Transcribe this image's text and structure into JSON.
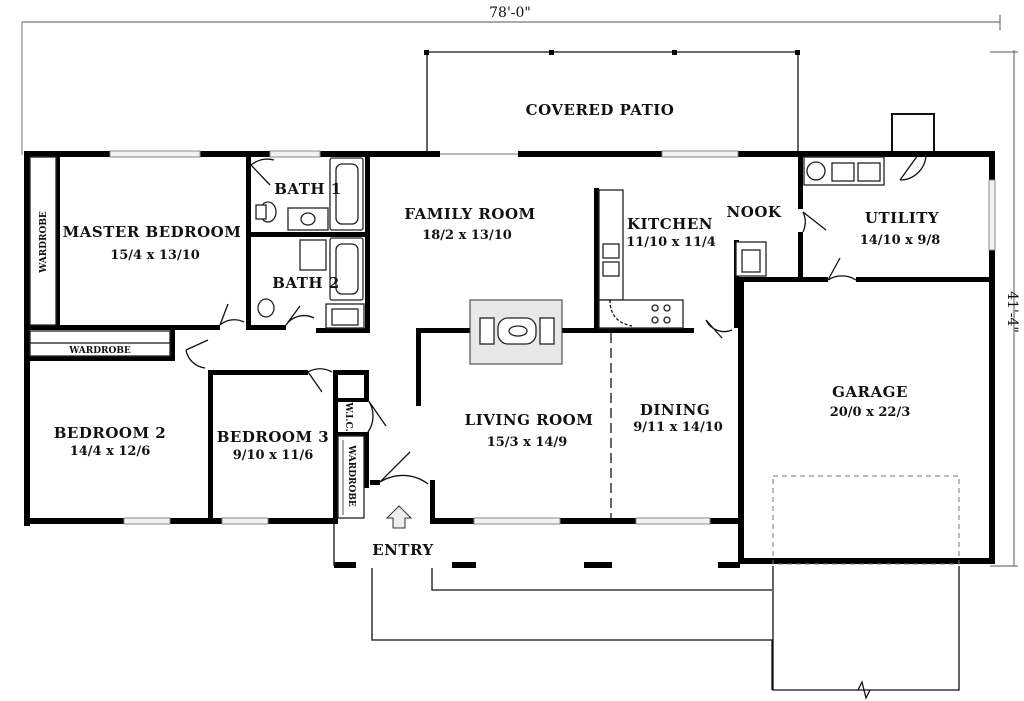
{
  "plan": {
    "overall_width": "78'-0\"",
    "overall_depth": "41'-4\"",
    "rooms": {
      "covered_patio": {
        "name": "COVERED PATIO"
      },
      "master_bedroom": {
        "name": "MASTER BEDROOM",
        "size": "15/4 x 13/10"
      },
      "bath1": {
        "name": "BATH 1"
      },
      "bath2": {
        "name": "BATH 2"
      },
      "family_room": {
        "name": "FAMILY ROOM",
        "size": "18/2 x 13/10"
      },
      "kitchen": {
        "name": "KITCHEN",
        "size": "11/10 x 11/4"
      },
      "nook": {
        "name": "NOOK"
      },
      "utility": {
        "name": "UTILITY",
        "size": "14/10 x 9/8"
      },
      "bedroom2": {
        "name": "BEDROOM 2",
        "size": "14/4 x 12/6"
      },
      "bedroom3": {
        "name": "BEDROOM 3",
        "size": "9/10 x 11/6"
      },
      "living_room": {
        "name": "LIVING ROOM",
        "size": "15/3 x 14/9"
      },
      "dining": {
        "name": "DINING",
        "size": "9/11 x 14/10"
      },
      "garage": {
        "name": "GARAGE",
        "size": "20/0 x 22/3"
      },
      "entry": {
        "name": "ENTRY"
      }
    },
    "small_labels": {
      "wardrobe_master": "WARDROBE",
      "wardrobe_bed2": "WARDROBE",
      "wardrobe_bed3": "WARDROBE",
      "wic": "W.I.C."
    }
  }
}
